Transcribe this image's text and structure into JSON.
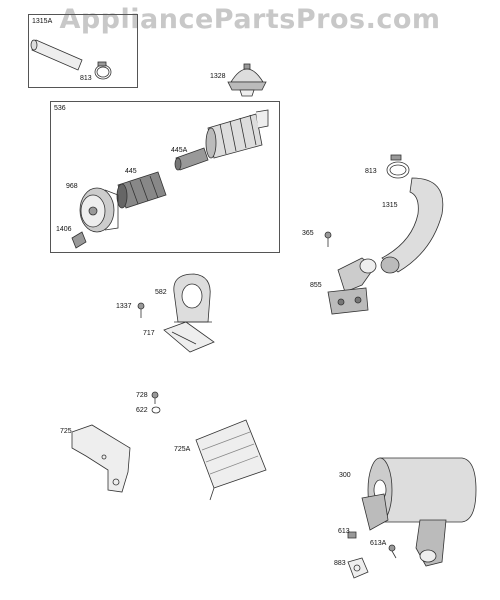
{
  "watermark": "AppliancePartsPros.com",
  "labels": {
    "p1315A": "1315A",
    "p813a": "813",
    "p1328": "1328",
    "p536": "536",
    "p445A": "445A",
    "p968": "968",
    "p445": "445",
    "p1406": "1406",
    "p813b": "813",
    "p1315": "1315",
    "p365": "365",
    "p855": "855",
    "p582": "582",
    "p1337": "1337",
    "p717": "717",
    "p728": "728",
    "p622": "622",
    "p725": "725",
    "p725A": "725A",
    "p300": "300",
    "p613": "613",
    "p613A": "613A",
    "p883": "883"
  },
  "colors": {
    "line": "#333333",
    "shade": "#bdbdbd",
    "dark": "#7a7a7a"
  }
}
